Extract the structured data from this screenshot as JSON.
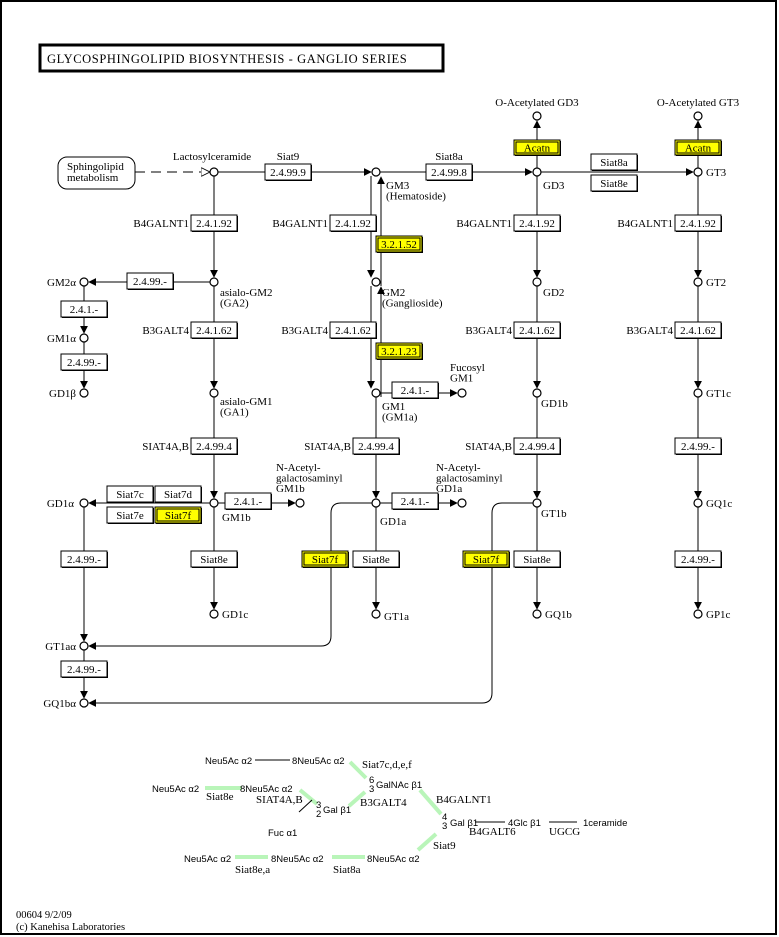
{
  "title": "GLYCOSPHINGOLIPID BIOSYNTHESIS - GANGLIO SERIES",
  "map_link": "Sphingolipid metabolism",
  "map_link_lines": [
    "Sphingolipid",
    "metabolism"
  ],
  "footer": {
    "map_id_date": "00604 9/2/09",
    "copyright": "(c) Kanehisa Laboratories"
  },
  "colors": {
    "highlight": "#ffff00",
    "glycan_link": "#b9f5b9",
    "line": "#000000"
  },
  "compounds": {
    "lactosylceramide": [
      "Lactosylceramide"
    ],
    "gm3": [
      "GM3",
      "(Hematoside)"
    ],
    "gd3": [
      "GD3"
    ],
    "gt3": [
      "GT3"
    ],
    "oac_gd3": [
      "O-Acetylated GD3"
    ],
    "oac_gt3": [
      "O-Acetylated GT3"
    ],
    "asialo_gm2": [
      "asialo-GM2",
      "(GA2)"
    ],
    "gm2": [
      "GM2",
      "(Ganglioside)"
    ],
    "gd2": [
      "GD2"
    ],
    "gt2": [
      "GT2"
    ],
    "gm2a": [
      "GM2α"
    ],
    "gm1a_alpha": [
      "GM1α"
    ],
    "gd1b_beta": [
      "GD1β"
    ],
    "asialo_gm1": [
      "asialo-GM1",
      "(GA1)"
    ],
    "gm1": [
      "GM1",
      "(GM1a)"
    ],
    "fucosyl_gm1": [
      "Fucosyl",
      "GM1"
    ],
    "gd1b": [
      "GD1b"
    ],
    "gt1c": [
      "GT1c"
    ],
    "gm1b": [
      "GM1b"
    ],
    "nac_gm1b": [
      "N-Acetyl-",
      "galactosaminyl",
      "GM1b"
    ],
    "gd1a": [
      "GD1a"
    ],
    "nac_gd1a": [
      "N-Acetyl-",
      "galactosaminyl",
      "GD1a"
    ],
    "gt1b": [
      "GT1b"
    ],
    "gq1c": [
      "GQ1c"
    ],
    "gd1alpha": [
      "GD1α"
    ],
    "gd1c": [
      "GD1c"
    ],
    "gt1a": [
      "GT1a"
    ],
    "gq1b": [
      "GQ1b"
    ],
    "gp1c": [
      "GP1c"
    ],
    "gt1a_alpha": [
      "GT1aα"
    ],
    "gq1b_alpha": [
      "GQ1bα"
    ]
  },
  "enzymes": {
    "e_siat9": {
      "label": "2.4.99.9",
      "gene": "Siat9",
      "highlight": false
    },
    "e_siat8a": {
      "label": "2.4.99.8",
      "gene": "Siat8a",
      "highlight": false
    },
    "e_acatn1": {
      "label": "Acatn",
      "highlight": true
    },
    "e_acatn2": {
      "label": "Acatn",
      "highlight": true
    },
    "e_siat8a_b": {
      "label": "Siat8a",
      "highlight": false
    },
    "e_siat8e_b": {
      "label": "Siat8e",
      "highlight": false
    },
    "e_b4_1": {
      "label": "2.4.1.92",
      "gene": "B4GALNT1",
      "highlight": false
    },
    "e_b4_2": {
      "label": "2.4.1.92",
      "gene": "B4GALNT1",
      "highlight": false
    },
    "e_b4_3": {
      "label": "2.4.1.92",
      "gene": "B4GALNT1",
      "highlight": false
    },
    "e_b4_4": {
      "label": "2.4.1.92",
      "gene": "B4GALNT1",
      "highlight": false
    },
    "e_3_2_1_52": {
      "label": "3.2.1.52",
      "highlight": true
    },
    "e_3_2_1_23": {
      "label": "3.2.1.23",
      "highlight": true
    },
    "e_24999_gm2a": {
      "label": "2.4.99.-",
      "highlight": false
    },
    "e_241_gm1a": {
      "label": "2.4.1.-",
      "highlight": false
    },
    "e_24999_gd1b": {
      "label": "2.4.99.-",
      "highlight": false
    },
    "e_b3_1": {
      "label": "2.4.1.62",
      "gene": "B3GALT4",
      "highlight": false
    },
    "e_b3_2": {
      "label": "2.4.1.62",
      "gene": "B3GALT4",
      "highlight": false
    },
    "e_b3_3": {
      "label": "2.4.1.62",
      "gene": "B3GALT4",
      "highlight": false
    },
    "e_b3_4": {
      "label": "2.4.1.62",
      "gene": "B3GALT4",
      "highlight": false
    },
    "e_241_fuc": {
      "label": "2.4.1.-",
      "highlight": false
    },
    "e_s4_1": {
      "label": "2.4.99.4",
      "gene": "SIAT4A,B",
      "highlight": false
    },
    "e_s4_2": {
      "label": "2.4.99.4",
      "gene": "SIAT4A,B",
      "highlight": false
    },
    "e_s4_3": {
      "label": "2.4.99.4",
      "gene": "SIAT4A,B",
      "highlight": false
    },
    "e_24999_gq1c": {
      "label": "2.4.99.-",
      "highlight": false
    },
    "e_siat7c": {
      "label": "Siat7c",
      "highlight": false
    },
    "e_siat7d": {
      "label": "Siat7d",
      "highlight": false
    },
    "e_siat7e": {
      "label": "Siat7e",
      "highlight": false
    },
    "e_siat7f_1": {
      "label": "Siat7f",
      "highlight": true
    },
    "e_241_gm1b": {
      "label": "2.4.1.-",
      "highlight": false
    },
    "e_241_gd1a": {
      "label": "2.4.1.-",
      "highlight": false
    },
    "e_24999_gd1alpha": {
      "label": "2.4.99.-",
      "highlight": false
    },
    "e_siat8e_gd1c": {
      "label": "Siat8e",
      "highlight": false
    },
    "e_siat7f_2": {
      "label": "Siat7f",
      "highlight": true
    },
    "e_siat8e_gt1a": {
      "label": "Siat8e",
      "highlight": false
    },
    "e_siat7f_3": {
      "label": "Siat7f",
      "highlight": true
    },
    "e_siat8e_gq1b": {
      "label": "Siat8e",
      "highlight": false
    },
    "e_24999_gp1c": {
      "label": "2.4.99.-",
      "highlight": false
    },
    "e_24999_gt1aa": {
      "label": "2.4.99.-",
      "highlight": false
    }
  },
  "glycan": {
    "residues": {
      "r1": "Neu5Ac α2",
      "r2": "8Neu5Ac α2",
      "r3": "Neu5Ac α2",
      "r4": "8Neu5Ac α2",
      "galnac": "GalNAc β1",
      "galnac_pos_top": "6",
      "galnac_pos_bot": "3",
      "gal_inner": "Gal β1",
      "gal_inner_top": "3",
      "gal_inner_bot": "2",
      "fuc": "Fuc α1",
      "gal_outer": "Gal β1",
      "gal_outer_top": "4",
      "gal_outer_bot": "3",
      "glc": "4Glc β1",
      "cer": "1ceramide",
      "r5": "Neu5Ac α2",
      "r6": "8Neu5Ac α2",
      "r7": "8Neu5Ac α2"
    },
    "enzymes": {
      "siat7": "Siat7c,d,e,f",
      "siat8e": "Siat8e",
      "siat4": "SIAT4A,B",
      "b3galt4": "B3GALT4",
      "b4galnt1": "B4GALNT1",
      "b4galt6": "B4GALT6",
      "ugcg": "UGCG",
      "siat9": "Siat9",
      "siat8ea": "Siat8e,a",
      "siat8a": "Siat8a"
    }
  }
}
